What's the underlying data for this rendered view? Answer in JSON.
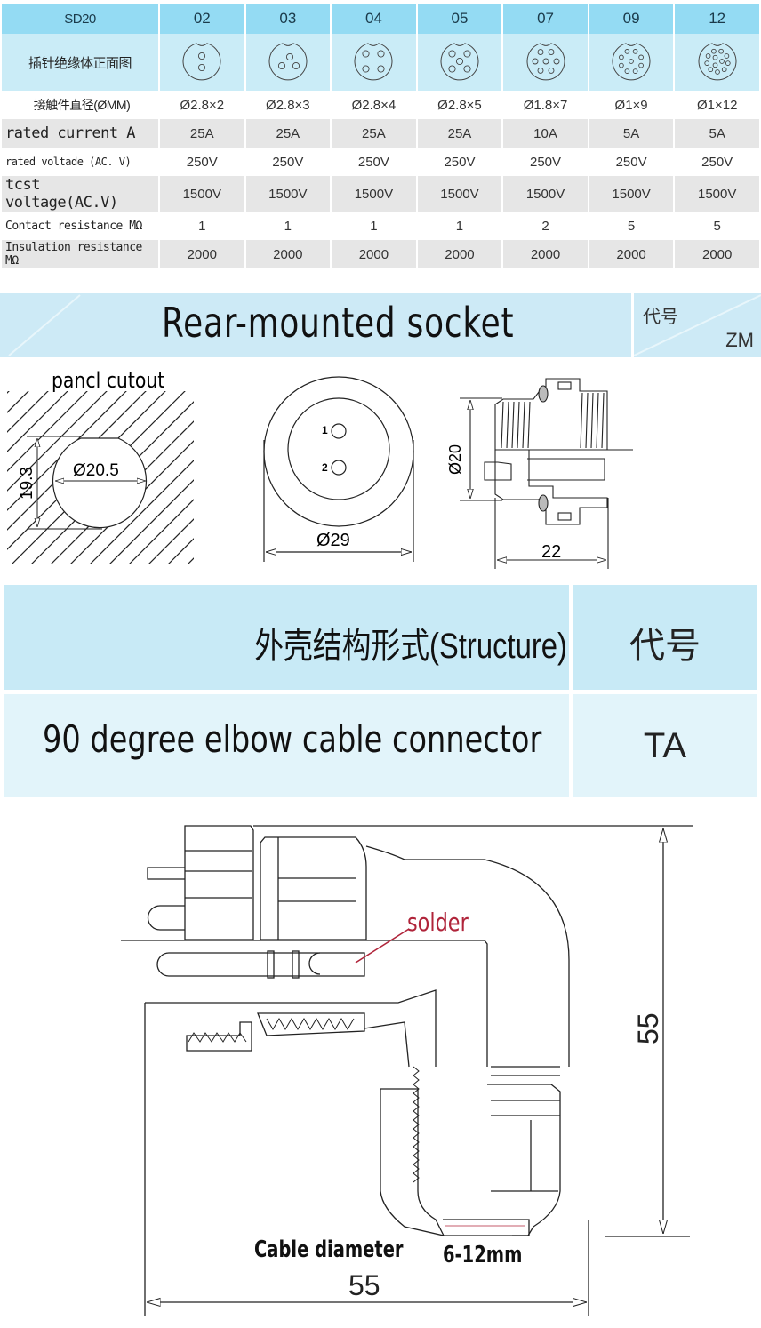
{
  "spec_table": {
    "model": "SD20",
    "columns": [
      "02",
      "03",
      "04",
      "05",
      "07",
      "09",
      "12"
    ],
    "pin_layout_label": "插针绝缘体正面图",
    "pin_counts": [
      2,
      3,
      4,
      5,
      7,
      9,
      12
    ],
    "rows": [
      {
        "label": "接触件直径(ØMM)",
        "values": [
          "Ø2.8×2",
          "Ø2.8×3",
          "Ø2.8×4",
          "Ø2.8×5",
          "Ø1.8×7",
          "Ø1×9",
          "Ø1×12"
        ]
      },
      {
        "label": "rated current A",
        "values": [
          "25A",
          "25A",
          "25A",
          "25A",
          "10A",
          "5A",
          "5A"
        ]
      },
      {
        "label": "rated voltade (AC. V)",
        "values": [
          "250V",
          "250V",
          "250V",
          "250V",
          "250V",
          "250V",
          "250V"
        ]
      },
      {
        "label": "tcst voltage(AC.V)",
        "values": [
          "1500V",
          "1500V",
          "1500V",
          "1500V",
          "1500V",
          "1500V",
          "1500V"
        ]
      },
      {
        "label": "Contact resistance  MΩ",
        "values": [
          "1",
          "1",
          "1",
          "1",
          "2",
          "5",
          "5"
        ]
      },
      {
        "label": "Insulation resistance MΩ",
        "values": [
          "2000",
          "2000",
          "2000",
          "2000",
          "2000",
          "2000",
          "2000"
        ]
      }
    ]
  },
  "rear_socket": {
    "title": "Rear-mounted socket",
    "code_label": "代号",
    "code": "ZM",
    "panel_cutout_label": "pancl cutout",
    "cutout_diameter": "Ø20.5",
    "cutout_flat": "19.3",
    "face_diameter": "Ø29",
    "pin1": "1",
    "pin2": "2",
    "thread_diameter": "Ø20",
    "length": "22"
  },
  "structure": {
    "header": "外壳结构形式(Structure)",
    "code_header": "代号",
    "name": "90 degree elbow cable connector",
    "code": "TA"
  },
  "elbow_drawing": {
    "solder_label": "solder",
    "cable_label": "Cable diameter",
    "cable_range": "6-12mm",
    "width": "55",
    "height": "55"
  },
  "colors": {
    "header_blue": "#94dbf3",
    "light_blue": "#caecf7",
    "row_gray": "#e6e6e6",
    "solder_red": "#b0243a"
  }
}
